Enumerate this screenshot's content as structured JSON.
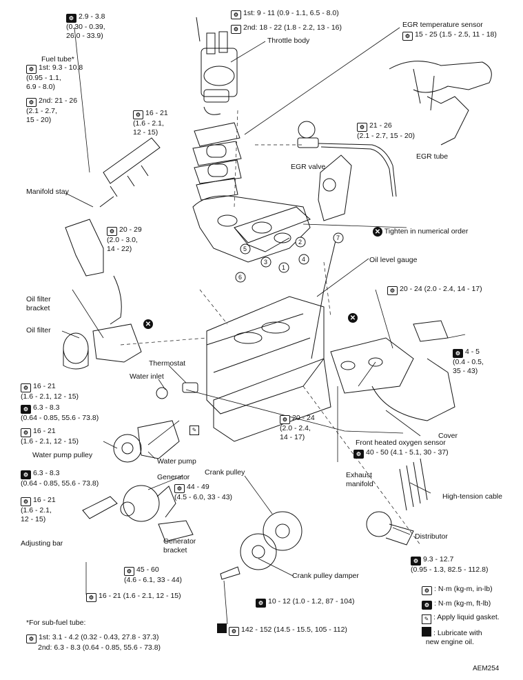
{
  "labels": {
    "top_left_torque": "2.9 - 3.8\n(0.30 - 0.39,\n26.0 - 33.9)",
    "fuel_tube": "Fuel tube*",
    "fuel_tube_1st": "1st: 9.3 - 10.8\n(0.95 - 1.1,\n6.9 - 8.0)",
    "fuel_tube_2nd": "2nd: 21 - 26\n(2.1 - 2.7,\n15 - 20)",
    "manifold_stay": "Manifold stay",
    "throttle_1st": "1st:  9 - 11 (0.9 - 1.1, 6.5 - 8.0)",
    "throttle_2nd": "2nd:  18 - 22 (1.8 - 2.2, 13 - 16)",
    "throttle_body": "Throttle body",
    "egr_temp_sensor": "EGR temperature sensor",
    "egr_temp_torque": "15 - 25 (1.5 - 2.5, 11 - 18)",
    "gasket_torque": "16 - 21\n(1.6 - 2.1,\n12 - 15)",
    "egr_valve_torque": "21 - 26\n(2.1 - 2.7, 15 - 20)",
    "egr_valve": "EGR valve",
    "egr_tube": "EGR tube",
    "manifold_torque": "20 - 29\n(2.0 - 3.0,\n14 - 22)",
    "tighten_order": "Tighten in numerical order",
    "oil_level_gauge": "Oil level gauge",
    "oil_filter_bracket": "Oil filter\nbracket",
    "oil_filter": "Oil filter",
    "thermostat": "Thermostat",
    "water_inlet": "Water inlet",
    "bracket_torque": "20 - 24 (2.0 - 2.4, 14 - 17)",
    "cover_torque": "4 - 5\n(0.4 - 0.5,\n35 - 43)",
    "left_torque_1": "16 - 21\n(1.6 - 2.1, 12 - 15)",
    "left_torque_2": "6.3 - 8.3\n(0.64 - 0.85, 55.6 - 73.8)",
    "left_torque_3": "16 - 21\n(1.6 - 2.1, 12 - 15)",
    "water_pump_pulley": "Water pump pulley",
    "water_pump": "Water pump",
    "left_torque_4": "6.3 - 8.3\n(0.64 - 0.85, 55.6 - 73.8)",
    "exhaust_torque": "20 - 24\n(2.0 - 2.4,\n14 - 17)",
    "front_o2_sensor": "Front heated oxygen sensor",
    "cover": "Cover",
    "o2_torque": "40 - 50 (4.1 - 5.1, 30 - 37)",
    "exhaust_manifold": "Exhaust\nmanifold",
    "crank_pulley": "Crank pulley",
    "generator": "Generator",
    "gen_torque": "44 - 49\n(4.5 - 6.0, 33 - 43)",
    "adj_torque": "16 - 21\n(1.6 - 2.1,\n12 - 15)",
    "adjusting_bar": "Adjusting bar",
    "generator_bracket": "Generator\nbracket",
    "high_tension_cable": "High-tension cable",
    "distributor": "Distributor",
    "dist_torque": "9.3 - 12.7\n(0.95 - 1.3, 82.5 - 112.8)",
    "bracket_bolt_torque": "45 - 60\n(4.6 - 6.1, 33 - 44)",
    "crank_pulley_damper": "Crank pulley damper",
    "bottom_torque_1": "16 - 21 (1.6 - 2.1, 12 - 15)",
    "bottom_torque_2": "10 - 12 (1.0 - 1.2, 87 - 104)",
    "bottom_torque_3": "142 - 152 (14.5 - 15.5, 105 - 112)",
    "sub_fuel_tube": "*For sub-fuel tube:",
    "sub_1st": "1st:  3.1 - 4.2 (0.32 - 0.43, 27.8 - 37.3)",
    "sub_2nd": "2nd:  6.3 - 8.3 (0.64 - 0.85, 55.6 - 73.8)",
    "legend_inlb": ": N·m (kg-m, in-lb)",
    "legend_ftlb": ": N·m (kg-m, ft-lb)",
    "legend_gasket": ": Apply liquid gasket.",
    "legend_lubricate": ": Lubricate with\n  new engine oil.",
    "figure_code": "AEM254",
    "seq_nums": [
      "1",
      "2",
      "3",
      "4",
      "5",
      "6",
      "7"
    ]
  }
}
